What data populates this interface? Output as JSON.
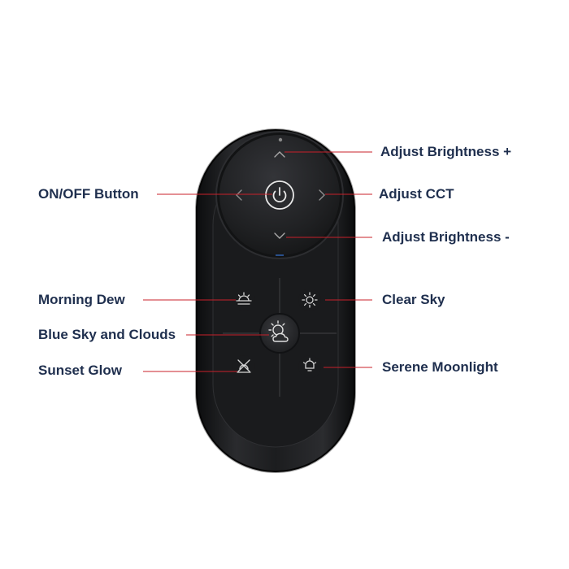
{
  "labels": {
    "brightness_up": "Adjust Brightness +",
    "on_off": "ON/OFF Button",
    "cct": "Adjust CCT",
    "brightness_down": "Adjust Brightness -",
    "morning_dew": "Morning Dew",
    "clear_sky": "Clear Sky",
    "blue_sky_clouds": "Blue Sky and Clouds",
    "sunset_glow": "Sunset Glow",
    "serene_moonlight": "Serene Moonlight"
  },
  "colors": {
    "label_text": "#1f2f4e",
    "callout_line": "#c8202a",
    "remote_body": "#1b1c1e",
    "icon_stroke": "#d6d6d6"
  },
  "icons": {
    "power": "power-icon",
    "up": "chevron-up-icon",
    "down": "chevron-down-icon",
    "left": "chevron-left-icon",
    "right": "chevron-right-icon",
    "morning_dew": "sunrise-icon",
    "clear_sky": "sun-icon",
    "blue_sky_clouds": "sun-cloud-icon",
    "sunset_glow": "sunset-icon",
    "serene_moonlight": "moon-lamp-icon"
  }
}
